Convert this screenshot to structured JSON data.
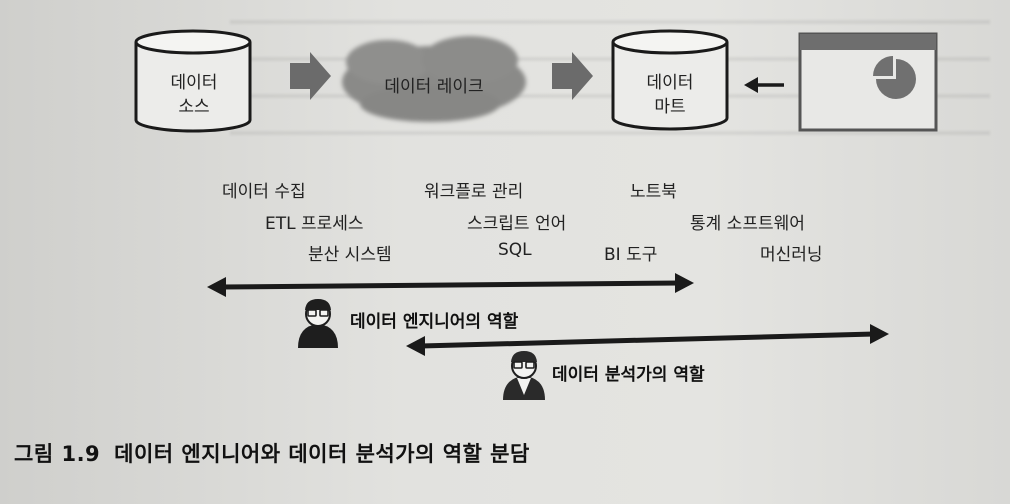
{
  "diagram": {
    "data_source_label": "데이터\n소스",
    "data_lake_label": "데이터 레이크",
    "data_mart_label": "데이터\n마트",
    "terms": {
      "data_collection": "데이터 수집",
      "etl_process": "ETL 프로세스",
      "distributed_system": "분산 시스템",
      "workflow_management": "워크플로 관리",
      "script_language": "스크립트 언어",
      "sql": "SQL",
      "notebook": "노트북",
      "bi_tool": "BI 도구",
      "statistics_software": "통계 소프트웨어",
      "machine_learning": "머신러닝"
    },
    "engineer_role": "데이터 엔지니어의 역할",
    "analyst_role": "데이터 분석가의 역할"
  },
  "caption": {
    "number": "그림 1.9",
    "text": "데이터 엔지니어와 데이터 분석가의 역할 분담"
  }
}
